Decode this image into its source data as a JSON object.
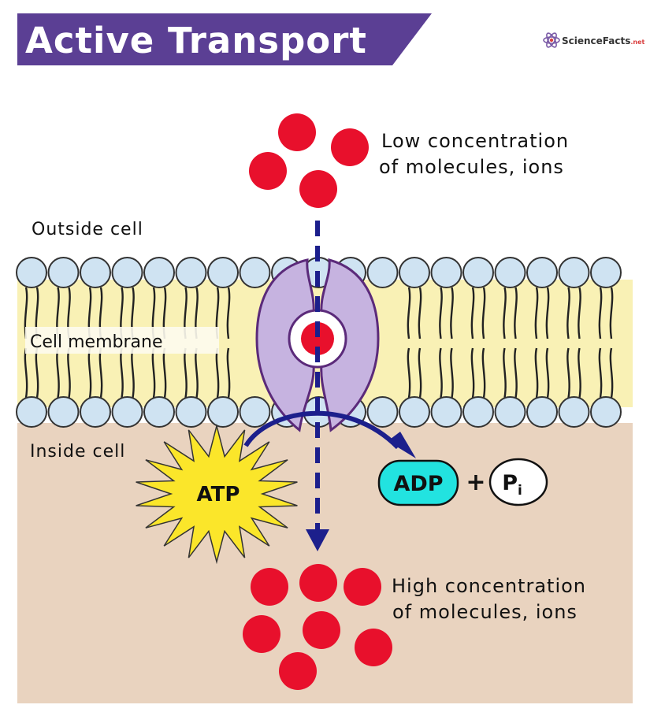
{
  "title": "Active Transport",
  "logo": {
    "text": "ScienceFacts",
    "suffix": ".net",
    "icon": "atom-icon",
    "colors": {
      "text": "#333333",
      "suffix": "#d94040",
      "icon": "#7a5aa6"
    }
  },
  "labels": {
    "low_line1": "Low concentration",
    "low_line2": "of molecules, ions",
    "outside": "Outside cell",
    "membrane": "Cell membrane",
    "inside": "Inside cell",
    "high_line1": "High concentration",
    "high_line2": "of molecules, ions",
    "atp": "ATP",
    "adp": "ADP",
    "plus": "+",
    "pi_main": "P",
    "pi_sub": "i"
  },
  "colors": {
    "title_banner": "#5b3f94",
    "title_text": "#ffffff",
    "molecule": "#e8102c",
    "arrow": "#1c1f8c",
    "membrane_head_fill": "#cfe3f2",
    "membrane_head_stroke": "#333333",
    "membrane_core": "#f9f1b5",
    "membrane_tail": "#222222",
    "protein_fill": "#c6b3e0",
    "protein_stroke": "#5b2a7a",
    "cytoplasm": "#e9d3bf",
    "atp_fill": "#fbe62a",
    "adp_fill": "#22e3e0"
  }
}
